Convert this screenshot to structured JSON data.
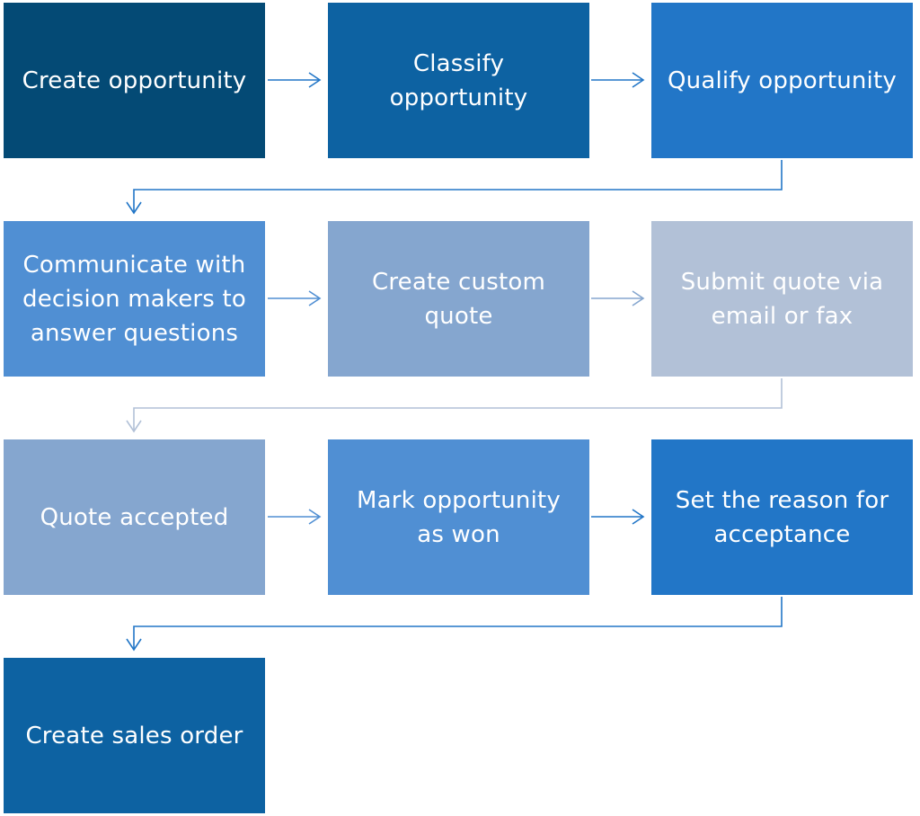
{
  "steps": [
    {
      "id": "create-opportunity",
      "label": "Create opportunity",
      "color": "#044a75"
    },
    {
      "id": "classify-opportunity",
      "label": "Classify opportunity",
      "color": "#0d62a2"
    },
    {
      "id": "qualify-opportunity",
      "label": "Qualify opportunity",
      "color": "#2276c7"
    },
    {
      "id": "communicate",
      "label": "Communicate with decision makers to answer questions",
      "color": "#508fd3"
    },
    {
      "id": "create-custom-quote",
      "label": "Create custom quote",
      "color": "#85a6cf"
    },
    {
      "id": "submit-quote",
      "label": "Submit quote via email or fax",
      "color": "#b2c1d7"
    },
    {
      "id": "quote-accepted",
      "label": "Quote accepted",
      "color": "#85a6cf"
    },
    {
      "id": "mark-won",
      "label": "Mark opportunity as won",
      "color": "#508fd3"
    },
    {
      "id": "set-reason",
      "label": "Set the reason for acceptance",
      "color": "#2276c7"
    },
    {
      "id": "create-sales-order",
      "label": "Create sales order",
      "color": "#0d62a2"
    }
  ],
  "connector_colors": {
    "row1": "#2276c7",
    "row2": "#85a6cf",
    "row3": "#508fd3"
  }
}
